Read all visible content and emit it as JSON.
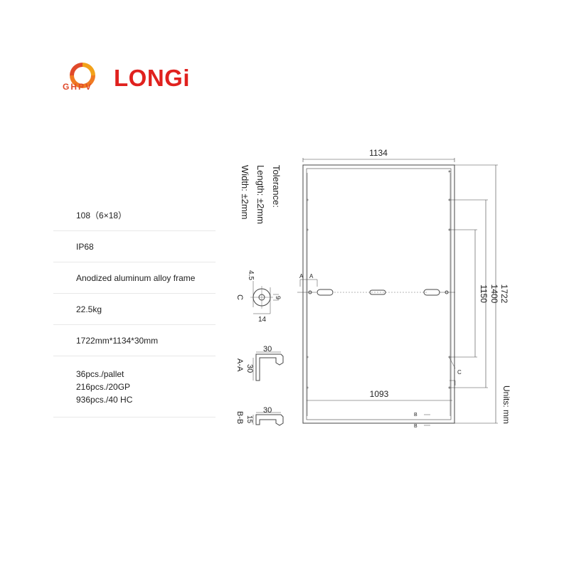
{
  "logos": {
    "ghpv": "GHPV",
    "longi": "LONGi"
  },
  "specs": [
    {
      "lines": [
        "108（6×18）"
      ]
    },
    {
      "lines": [
        "IP68"
      ]
    },
    {
      "lines": [
        "Anodized aluminum alloy frame"
      ]
    },
    {
      "lines": [
        "22.5kg"
      ]
    },
    {
      "lines": [
        "1722mm*1134*30mm"
      ]
    },
    {
      "lines": [
        "36pcs./pallet",
        "216pcs./20GP",
        "936pcs./40 HC"
      ]
    }
  ],
  "drawing": {
    "tolerance_title": "Tolerance:",
    "tolerance_length": "Length: ±2mm",
    "tolerance_width": "Width: ±2mm",
    "dim_width_top": "1134",
    "dim_width_bottom": "1093",
    "dim_height_total": "1722",
    "dim_height_1400": "1400",
    "dim_height_1150": "1150",
    "units": "Units: mm",
    "section_aa": "A-A",
    "section_bb": "B-B",
    "section_c": "C",
    "label_a": "A",
    "label_b": "B",
    "label_c": "C",
    "dim_45": "4.5",
    "dim_14": "14",
    "dim_9": "9",
    "dim_30": "30",
    "dim_15": "15"
  }
}
